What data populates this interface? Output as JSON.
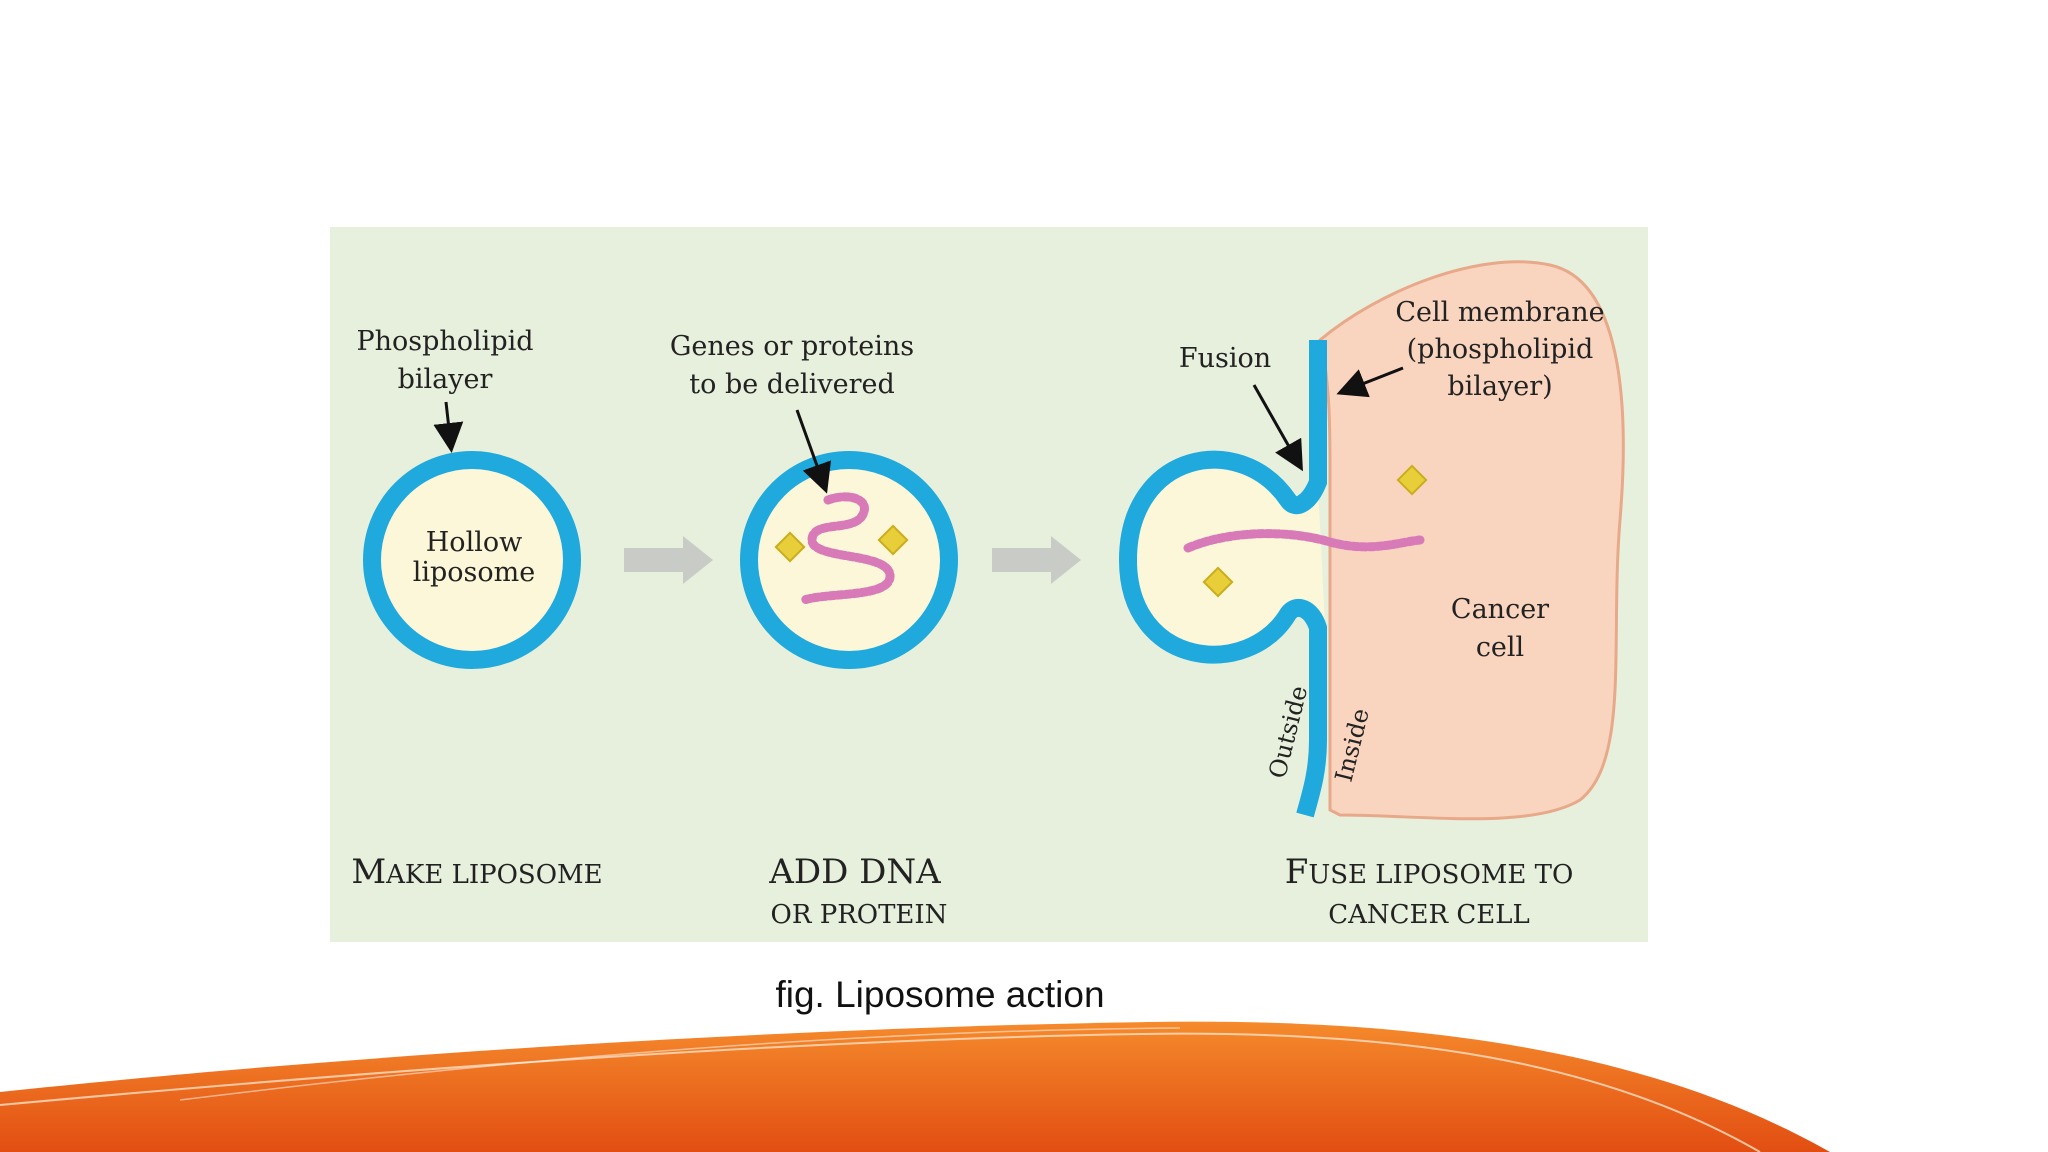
{
  "diagram": {
    "step1": {
      "title_main": "M",
      "title_small": "AKE LIPOSOME",
      "annotation_line1": "Phospholipid",
      "annotation_line2": "bilayer",
      "inner_line1": "Hollow",
      "inner_line2": "liposome"
    },
    "step2": {
      "title_line1_main": "A",
      "title_line1_small": "DD DNA",
      "title_line2": "OR PROTEIN",
      "annotation_line1": "Genes or proteins",
      "annotation_line2": "to be delivered"
    },
    "step3": {
      "title_line1_main": "F",
      "title_line1_small": "USE LIPOSOME TO",
      "title_line2": "CANCER CELL",
      "fusion_label": "Fusion",
      "membrane_line1": "Cell membrane",
      "membrane_line2": "(phospholipid",
      "membrane_line3": "bilayer)",
      "cell_line1": "Cancer",
      "cell_line2": "cell",
      "outside_label": "Outside",
      "inside_label": "Inside"
    },
    "colors": {
      "panel": "#e7f0dc",
      "membrane": "#1fa9dc",
      "lumen": "#fbf7d8",
      "cell": "#f9d5bf",
      "dna": "#d97ab8",
      "protein": "#e8cf3a",
      "flow_arrow": "#c9ccc6"
    }
  },
  "caption": "fig. Liposome action"
}
